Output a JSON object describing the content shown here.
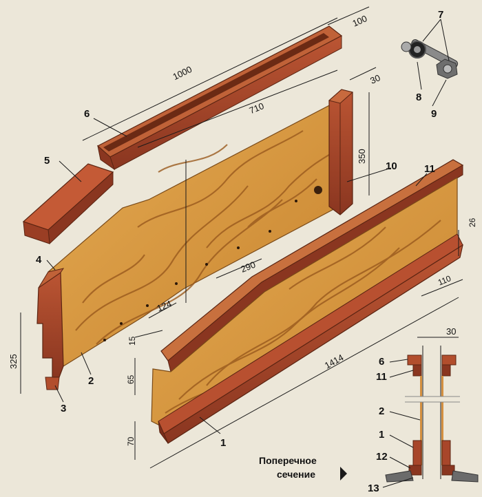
{
  "callouts": {
    "c1": "1",
    "c2": "2",
    "c3": "3",
    "c4": "4",
    "c5": "5",
    "c6": "6",
    "c7": "7",
    "c8": "8",
    "c9": "9",
    "c10": "10",
    "c11": "11",
    "c12": "12",
    "c13": "13",
    "x6": "6",
    "x11": "11",
    "x2": "2",
    "x1": "1",
    "x12": "12",
    "x13": "13"
  },
  "dimensions": {
    "d1000": "1000",
    "d100": "100",
    "d710": "710",
    "d30": "30",
    "d350": "350",
    "d290": "290",
    "d124": "124",
    "d325": "325",
    "d15": "15",
    "d65": "65",
    "d70": "70",
    "d1414": "1414",
    "d26": "26",
    "d110": "110",
    "dsec30": "30"
  },
  "caption": {
    "line1": "Поперечное",
    "line2": "сечение"
  },
  "colors": {
    "background": "#ece7d9",
    "plywood": "#d99a3f",
    "plywood_grain": "#9a5a1e",
    "solid_wood": "#a8462a",
    "solid_wood_dark": "#7a2e1c",
    "line": "#1a1a1a"
  }
}
